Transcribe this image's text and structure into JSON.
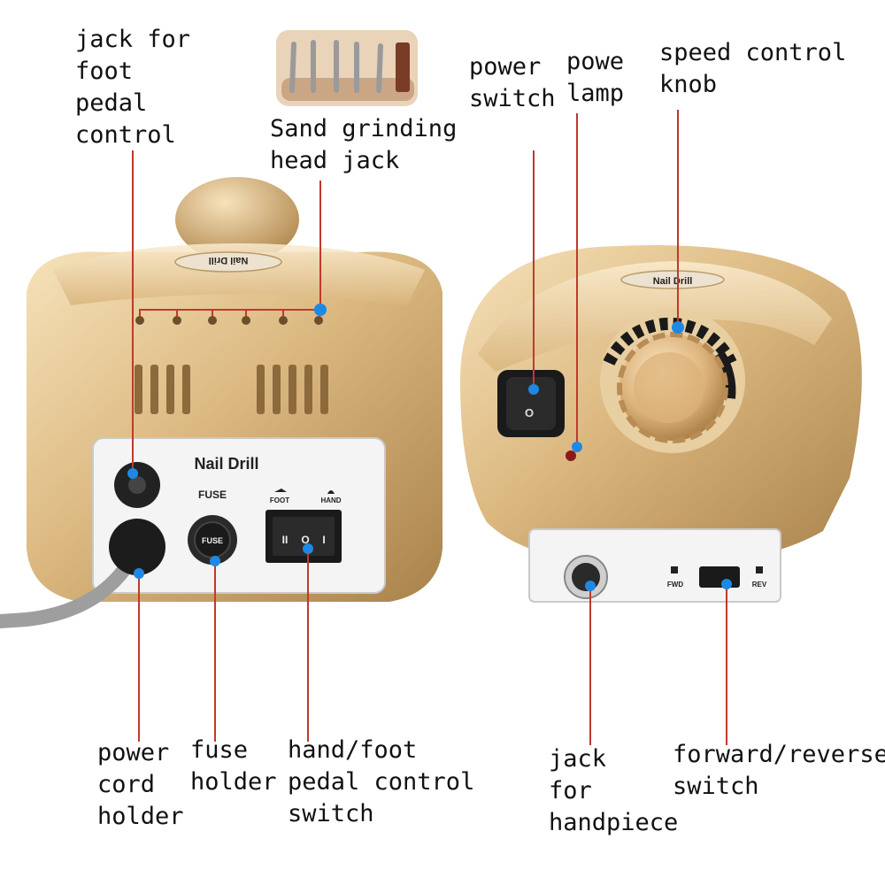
{
  "colors": {
    "gold_light": "#f3dcb0",
    "gold_mid": "#d9b57c",
    "gold_dark": "#a8824a",
    "panel": "#f4f4f4",
    "leader_line": "#c0392b",
    "marker_dot": "#1e88e5",
    "cord": "#9e9e9e",
    "switch_black": "#1a1a1a",
    "lamp_red": "#8b1a1a"
  },
  "labels": {
    "foot_jack": "jack for\nfoot\npedal\ncontrol",
    "sand_jack": "Sand grinding\nhead jack",
    "power_switch": "power\nswitch",
    "power_lamp": "powe\nlamp",
    "speed_knob": "speed control\nknob",
    "power_cord": "power\ncord\nholder",
    "fuse": "fuse\nholder",
    "hand_foot": "hand/foot\npedal control\nswitch",
    "handpiece": "jack\nfor\nhandpiece",
    "fwd_rev": "forward/reverse\nswitch"
  },
  "device": {
    "top_badge": "Nail Drill",
    "panel_title": "Nail Drill",
    "fuse_caption": "FUSE",
    "fuse_cap_text": "FUSE",
    "foot_caption": "FOOT",
    "hand_caption": "HAND",
    "rocker_left": "II",
    "rocker_mid": "O",
    "rocker_right": "I",
    "power_mark": "O",
    "fwd_caption": "FWD",
    "rev_caption": "REV"
  },
  "icons": {
    "marker": "blue-dot-marker",
    "foot": "foot-icon",
    "hand": "hand-icon",
    "fwd": "fwd-arrow-icon",
    "rev": "rev-arrow-icon"
  }
}
